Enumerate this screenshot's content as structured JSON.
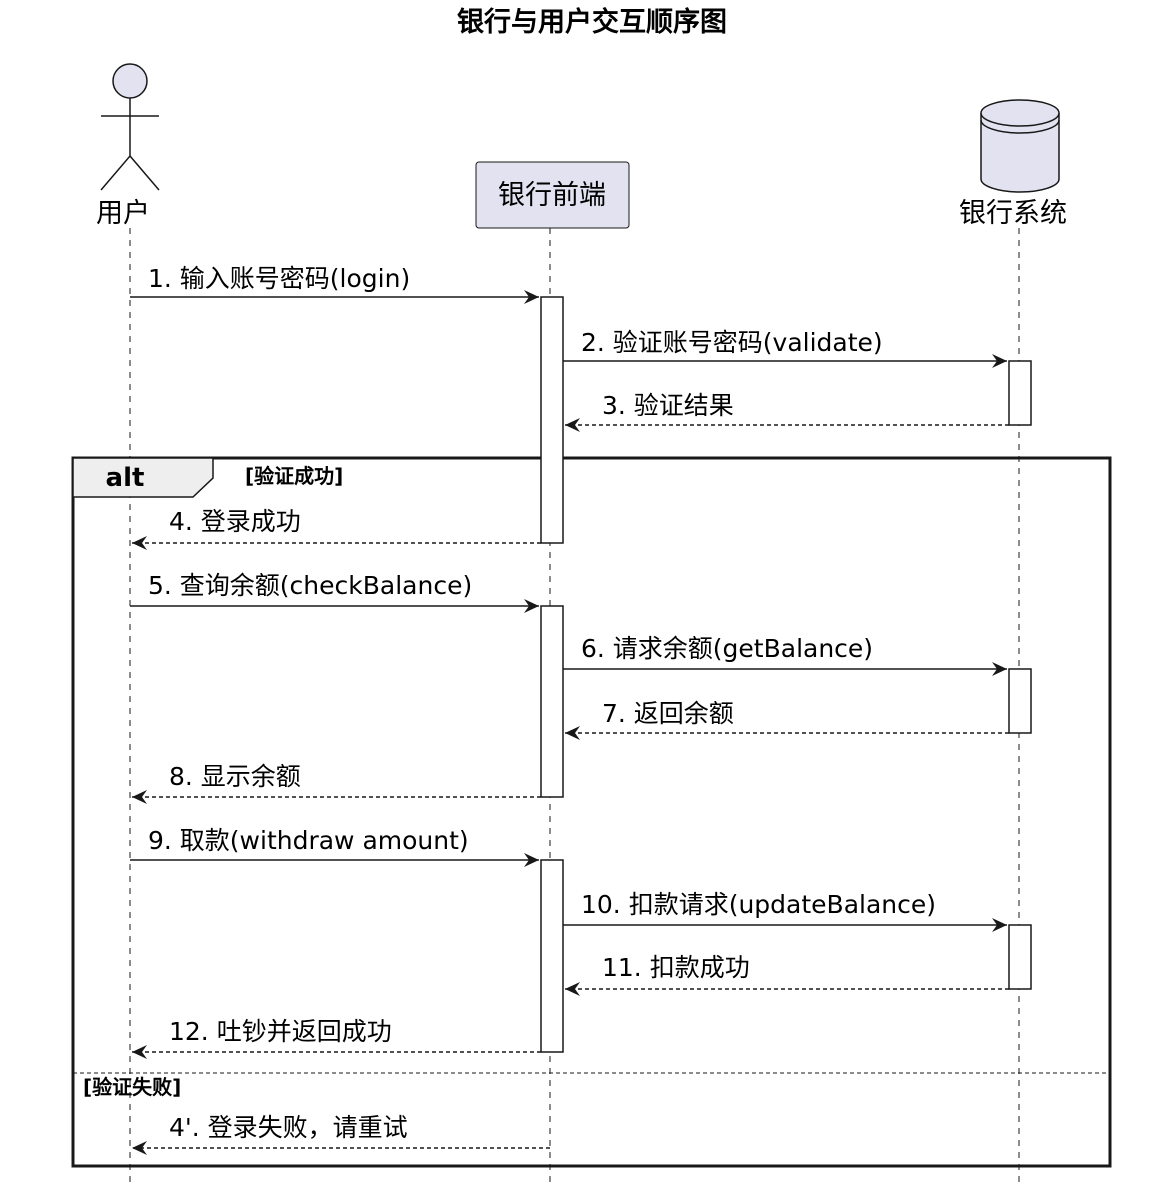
{
  "diagram": {
    "title": "银行与用户交互顺序图",
    "participants": [
      {
        "id": "user",
        "label": "用户",
        "kind": "actor"
      },
      {
        "id": "frontend",
        "label": "银行前端",
        "kind": "participant"
      },
      {
        "id": "system",
        "label": "银行系统",
        "kind": "database"
      }
    ],
    "messages": [
      {
        "label": "1. 输入账号密码(login)",
        "from": "user",
        "to": "frontend",
        "style": "solid"
      },
      {
        "label": "2. 验证账号密码(validate)",
        "from": "frontend",
        "to": "system",
        "style": "solid"
      },
      {
        "label": "3. 验证结果",
        "from": "system",
        "to": "frontend",
        "style": "dashed"
      },
      {
        "label": "4. 登录成功",
        "from": "frontend",
        "to": "user",
        "style": "dashed"
      },
      {
        "label": "5. 查询余额(checkBalance)",
        "from": "user",
        "to": "frontend",
        "style": "solid"
      },
      {
        "label": "6. 请求余额(getBalance)",
        "from": "frontend",
        "to": "system",
        "style": "solid"
      },
      {
        "label": "7. 返回余额",
        "from": "system",
        "to": "frontend",
        "style": "dashed"
      },
      {
        "label": "8. 显示余额",
        "from": "frontend",
        "to": "user",
        "style": "dashed"
      },
      {
        "label": "9. 取款(withdraw amount)",
        "from": "user",
        "to": "frontend",
        "style": "solid"
      },
      {
        "label": "10. 扣款请求(updateBalance)",
        "from": "frontend",
        "to": "system",
        "style": "solid"
      },
      {
        "label": "11. 扣款成功",
        "from": "system",
        "to": "frontend",
        "style": "dashed"
      },
      {
        "label": "12. 吐钞并返回成功",
        "from": "frontend",
        "to": "user",
        "style": "dashed"
      },
      {
        "label": "4'. 登录失败，请重试",
        "from": "frontend",
        "to": "user",
        "style": "dashed"
      }
    ],
    "alt": {
      "keyword": "alt",
      "guard_success": "[验证成功]",
      "guard_failure": "[验证失败]"
    }
  }
}
